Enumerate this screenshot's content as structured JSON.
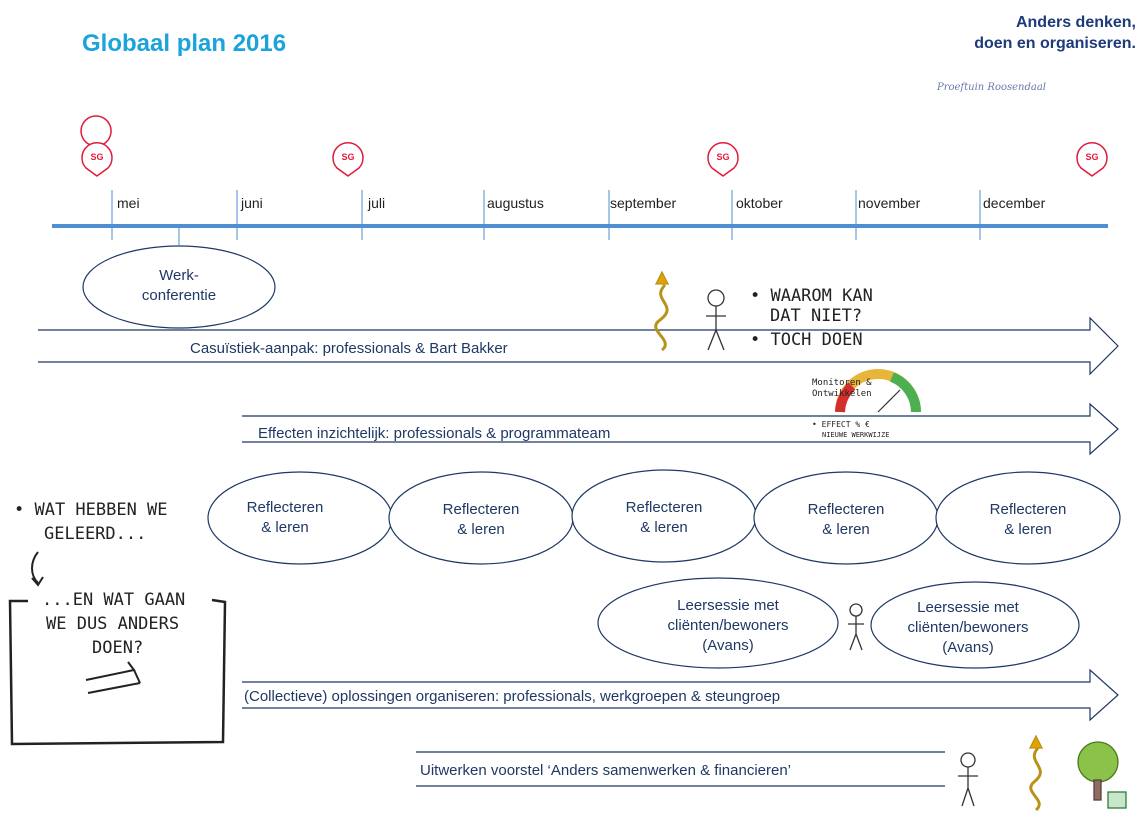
{
  "title": "Globaal plan 2016",
  "brand": {
    "line1": "Anders denken,",
    "line2": "doen en organiseren.",
    "signature": "Proeftuin Roosendaal"
  },
  "milestones": [
    "SG",
    "SG",
    "SG",
    "SG"
  ],
  "months": [
    "mei",
    "juni",
    "juli",
    "augustus",
    "september",
    "oktober",
    "november",
    "december"
  ],
  "werkconferentie": [
    "Werk-",
    "conferentie"
  ],
  "tracks": {
    "casuistiek": "Casuïstiek-aanpak: professionals & Bart Bakker",
    "effecten": "Effecten inzichtelijk:  professionals & programmateam",
    "oplossingen": "(Collectieve) oplossingen organiseren: professionals, werkgroepen & steungroep",
    "uitwerken": "Uitwerken voorstel ‘Anders samenwerken & financieren’"
  },
  "reflect": [
    [
      "Reflecteren",
      "& leren"
    ],
    [
      "Reflecteren",
      "& leren"
    ],
    [
      "Reflecteren",
      "& leren"
    ],
    [
      "Reflecteren",
      "& leren"
    ],
    [
      "Reflecteren",
      "& leren"
    ]
  ],
  "leersessie": [
    [
      "Leersessie met",
      "cliënten/bewoners",
      "(Avans)"
    ],
    [
      "Leersessie met",
      "cliënten/bewoners",
      "(Avans)"
    ]
  ],
  "sketch_notes": {
    "waarom1": "• WAAROM KAN",
    "waarom2": "DAT NIET?",
    "toch": "• TOCH DOEN",
    "wat1": "• WAT HEBBEN WE",
    "wat2": "GELEERD...",
    "en1": "...EN WAT GAAN",
    "en2": "WE DUS ANDERS",
    "en3": "DOEN?",
    "meter1": "Monitoren &",
    "meter2": "Ontwikkelen",
    "meter3": "• EFFECT % € ",
    "meter4": "NIEUWE WERKWIJZE"
  },
  "colors": {
    "title": "#1ba3dc",
    "timeline": "#4d8fd1",
    "arrow": "#1f3864",
    "milestone": "#e01b3c"
  }
}
